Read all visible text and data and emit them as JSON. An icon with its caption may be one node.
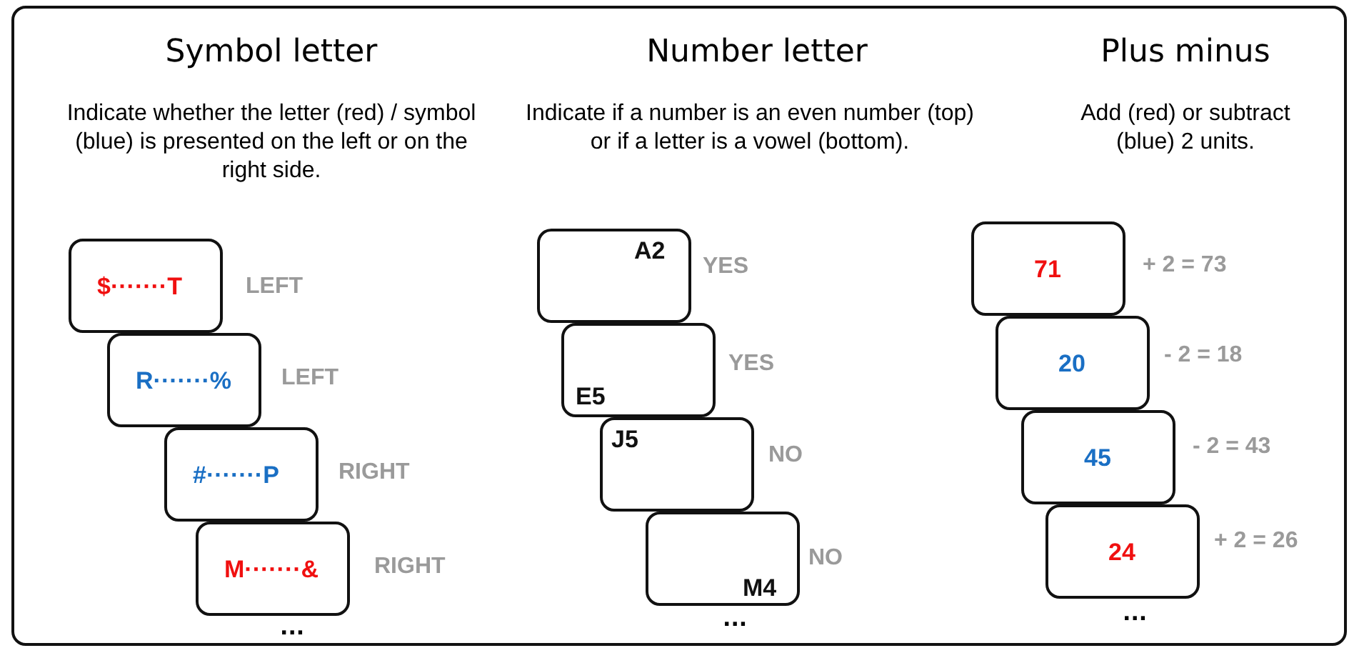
{
  "diagram": {
    "nodes": [
      {
        "text": [
          "$·······T"
        ],
        "beside": [
          "LEFT"
        ]
      },
      {
        "text": [
          "R·······%"
        ],
        "beside": [
          "LEFT"
        ]
      },
      {
        "text": [
          "#·······P"
        ],
        "beside": [
          "RIGHT"
        ]
      },
      {
        "text": [
          "M·······&"
        ],
        "beside": [
          "RIGHT"
        ]
      },
      {
        "text": [
          "A2"
        ],
        "beside": [
          "YES"
        ]
      },
      {
        "text": [
          "E5"
        ],
        "beside": [
          "YES"
        ]
      },
      {
        "text": [
          "J5"
        ],
        "beside": [
          "NO"
        ]
      },
      {
        "text": [
          "M4"
        ],
        "beside": [
          "NO"
        ]
      },
      {
        "text": [
          "71"
        ],
        "beside": [
          "+ 2 = 73"
        ]
      },
      {
        "text": [
          "20"
        ],
        "beside": [
          "- 2 = 18"
        ]
      },
      {
        "text": [
          "45"
        ],
        "beside": [
          "- 2 = 43"
        ]
      },
      {
        "text": [
          "24"
        ],
        "beside": [
          "+ 2 = 26"
        ]
      }
    ],
    "edges": [],
    "labels": [
      "Symbol letter",
      "Number letter",
      "Plus minus",
      "Indicate whether the letter (red) / symbol (blue) is presented on the left or on the right side.",
      "Indicate if a number is an even number (top) or if a letter is a vowel (bottom).",
      "Add (red) or subtract (blue) 2 units.",
      "...",
      "...",
      "..."
    ]
  }
}
